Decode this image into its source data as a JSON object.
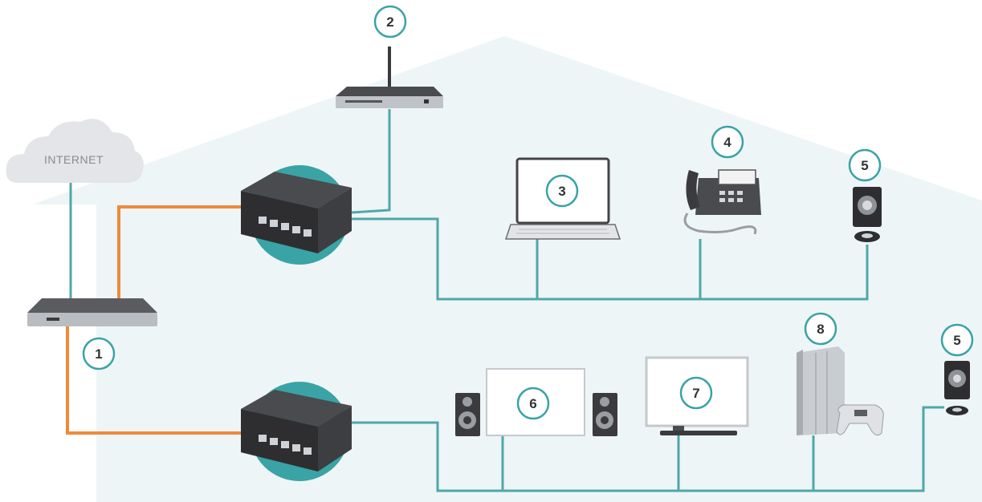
{
  "cloud": {
    "label": "INTERNET"
  },
  "badges": {
    "modem": "1",
    "router": "2",
    "laptop": "3",
    "phone": "4",
    "camera_top": "5",
    "camera_bottom": "5",
    "sound_system": "6",
    "tv": "7",
    "console": "8"
  },
  "colors": {
    "ethernet": "#4fa8a8",
    "fiber": "#ee8a3a",
    "house": "#eef5f7",
    "switch_halo": "#3aa3a5",
    "device_dark": "#3b3b3d"
  }
}
